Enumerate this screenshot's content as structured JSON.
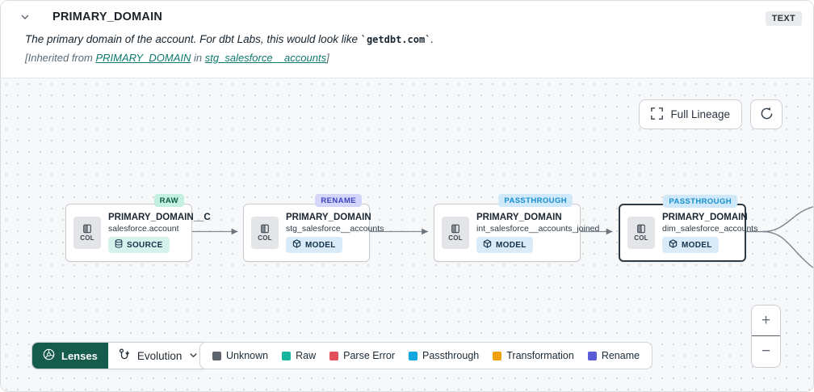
{
  "header": {
    "title": "PRIMARY_DOMAIN",
    "type_badge": "TEXT",
    "description": {
      "prefix": "The primary domain of the account. For dbt Labs, this would look like ",
      "code": "`getdbt.com`",
      "suffix": "."
    },
    "inherited": {
      "prefix": "[Inherited from ",
      "column_link": "PRIMARY_DOMAIN",
      "middle": " in ",
      "model_link": "stg_salesforce__accounts",
      "suffix": "]"
    }
  },
  "canvas": {
    "toolbar": {
      "full_lineage": "Full Lineage"
    },
    "nodes": [
      {
        "class_badge": "RAW",
        "col_label": "COL",
        "title": "PRIMARY_DOMAIN__C",
        "subtitle": "salesforce.account",
        "resource_type": "SOURCE"
      },
      {
        "class_badge": "RENAME",
        "col_label": "COL",
        "title": "PRIMARY_DOMAIN",
        "subtitle": "stg_salesforce__accounts",
        "resource_type": "MODEL"
      },
      {
        "class_badge": "PASSTHROUGH",
        "col_label": "COL",
        "title": "PRIMARY_DOMAIN",
        "subtitle": "int_salesforce__accounts_joined",
        "resource_type": "MODEL"
      },
      {
        "class_badge": "PASSTHROUGH",
        "col_label": "COL",
        "title": "PRIMARY_DOMAIN",
        "subtitle": "dim_salesforce_accounts",
        "resource_type": "MODEL"
      }
    ],
    "lenses": {
      "label": "Lenses",
      "selected": "Evolution"
    },
    "legend": [
      {
        "label": "Unknown",
        "color": "#5d646e"
      },
      {
        "label": "Raw",
        "color": "#16b5a0"
      },
      {
        "label": "Parse Error",
        "color": "#e2505c"
      },
      {
        "label": "Passthrough",
        "color": "#12a7e0"
      },
      {
        "label": "Transformation",
        "color": "#f0a00a"
      },
      {
        "label": "Rename",
        "color": "#5a5cd6"
      }
    ],
    "zoom": {
      "in": "+",
      "out": "−"
    }
  }
}
